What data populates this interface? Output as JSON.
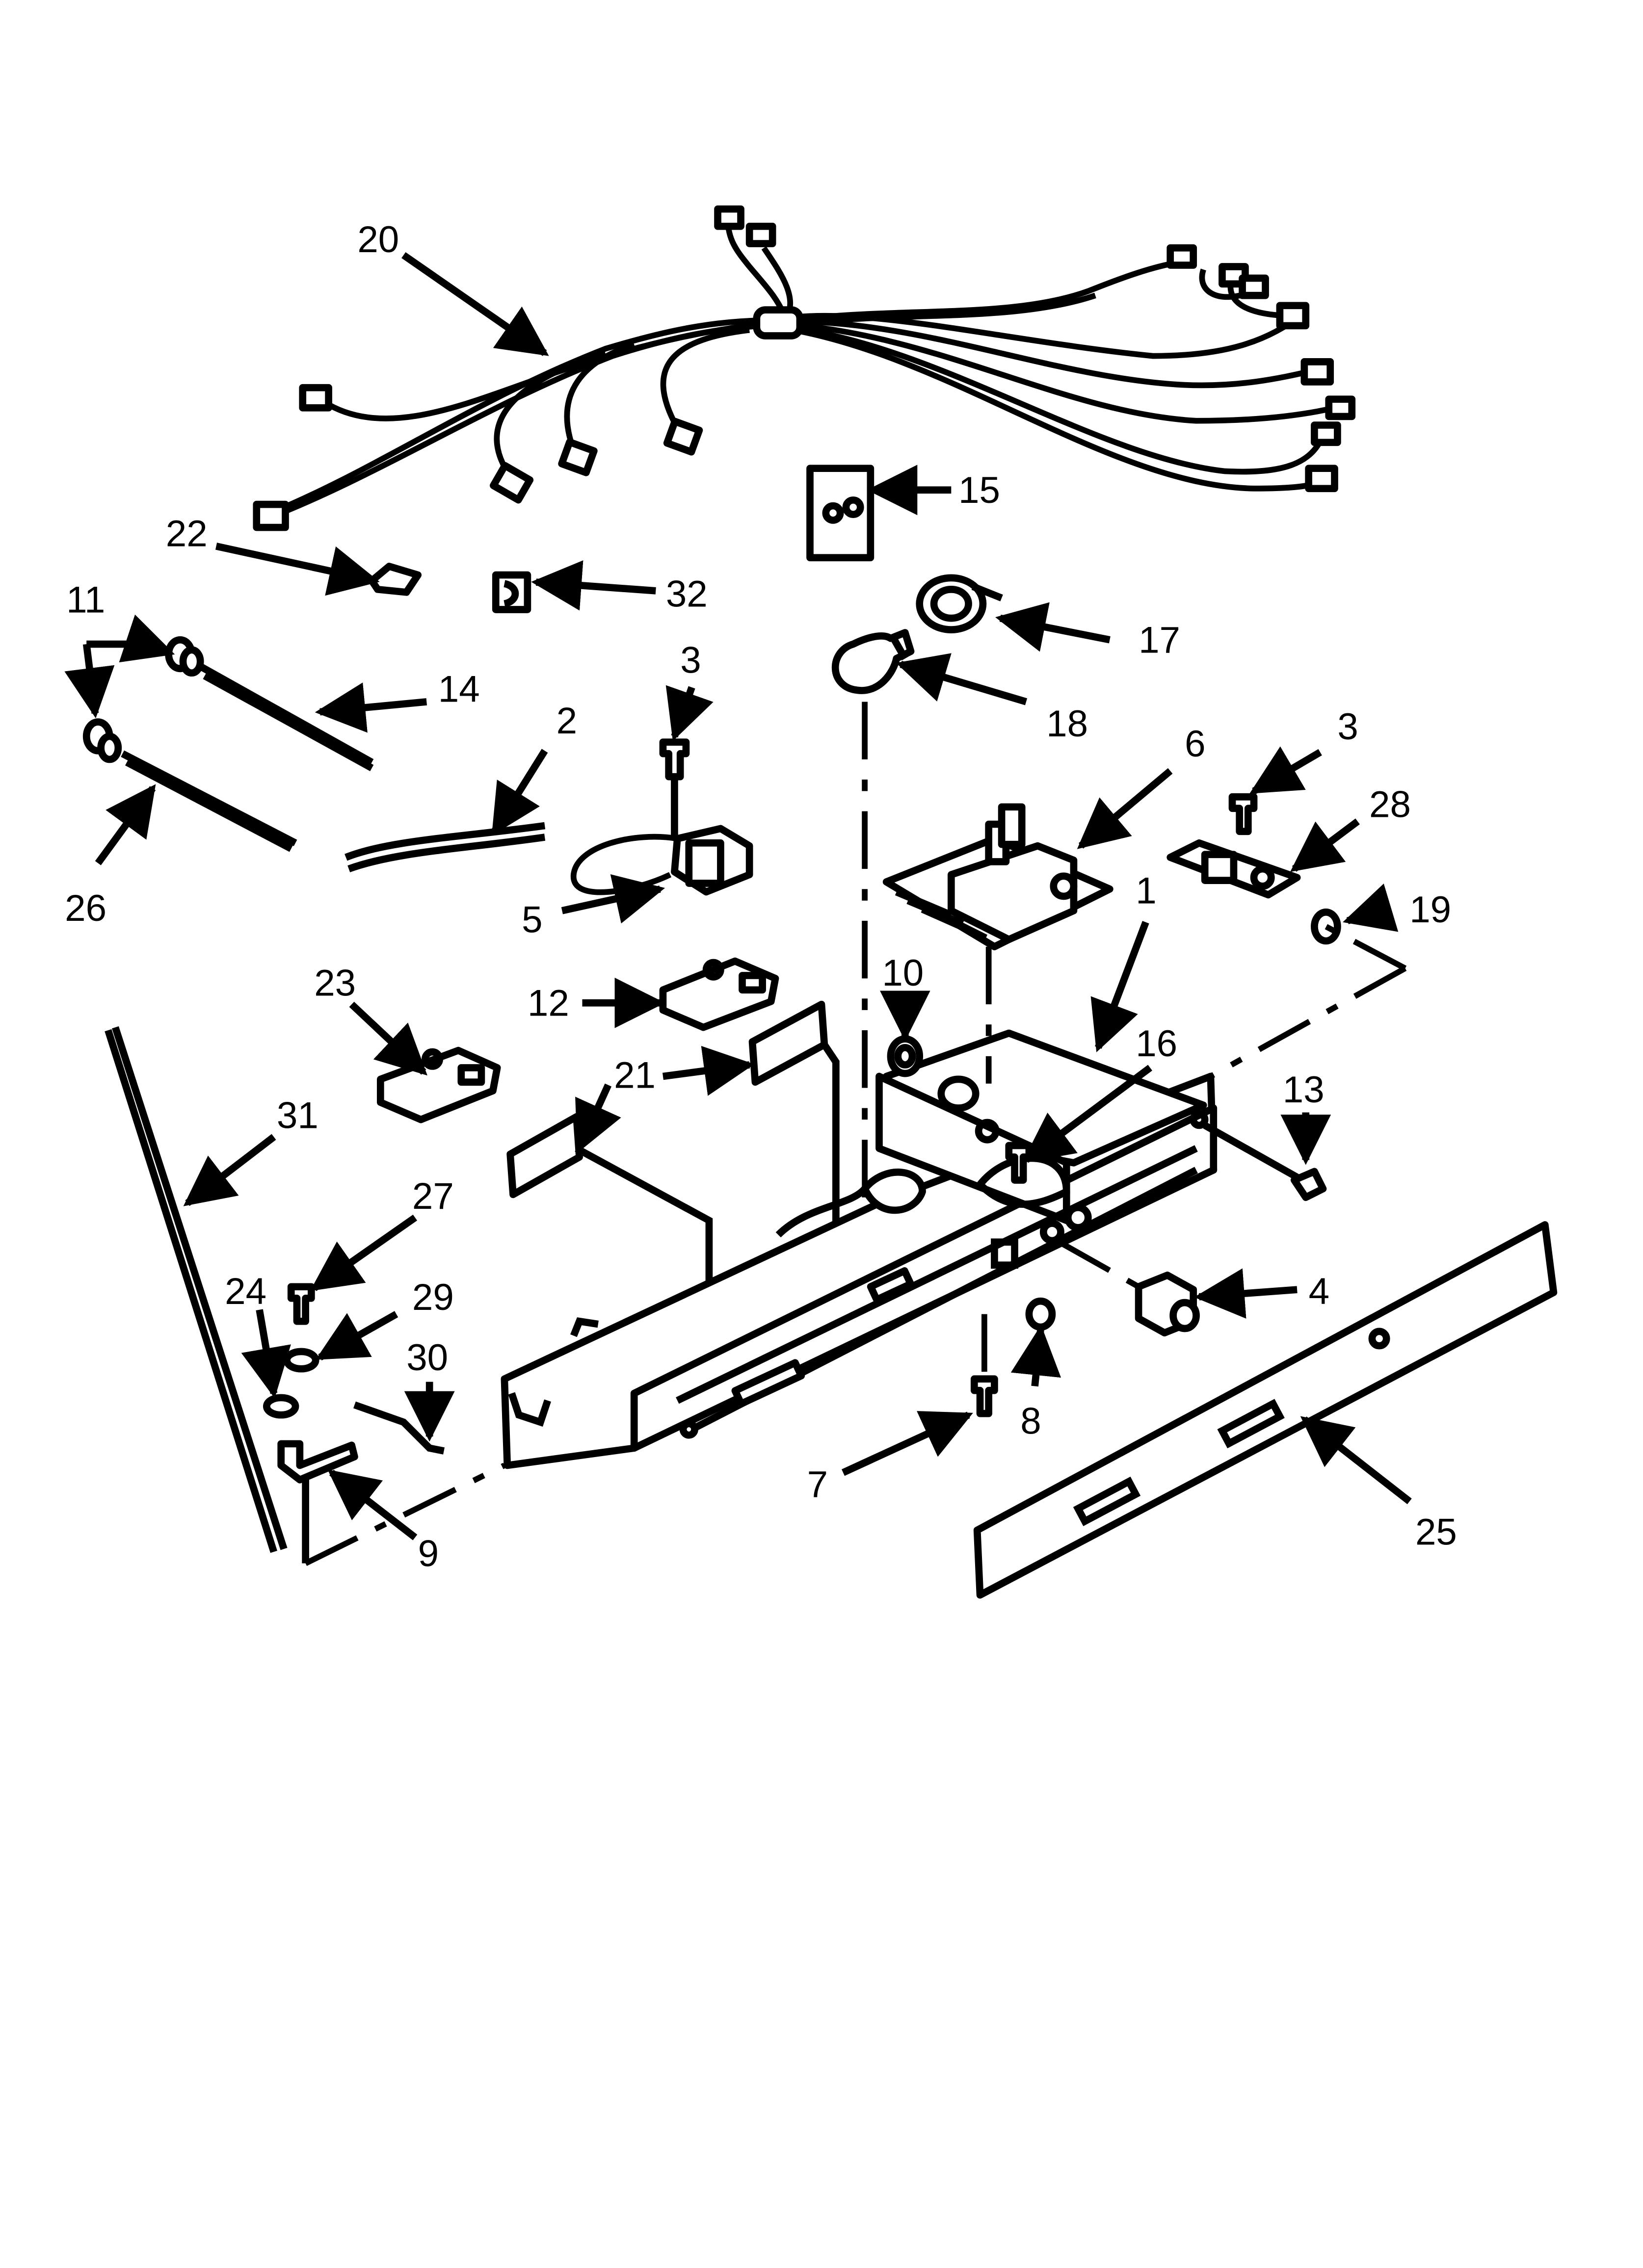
{
  "callouts": {
    "c1": "1",
    "c2": "2",
    "c3a": "3",
    "c3b": "3",
    "c4": "4",
    "c5": "5",
    "c6": "6",
    "c7": "7",
    "c8": "8",
    "c9": "9",
    "c10": "10",
    "c11": "11",
    "c12": "12",
    "c13": "13",
    "c14": "14",
    "c15": "15",
    "c16": "16",
    "c17": "17",
    "c18": "18",
    "c19": "19",
    "c20": "20",
    "c21": "21",
    "c22": "22",
    "c23": "23",
    "c24": "24",
    "c25": "25",
    "c26": "26",
    "c27": "27",
    "c28": "28",
    "c29": "29",
    "c30": "30",
    "c31": "31",
    "c32": "32"
  }
}
